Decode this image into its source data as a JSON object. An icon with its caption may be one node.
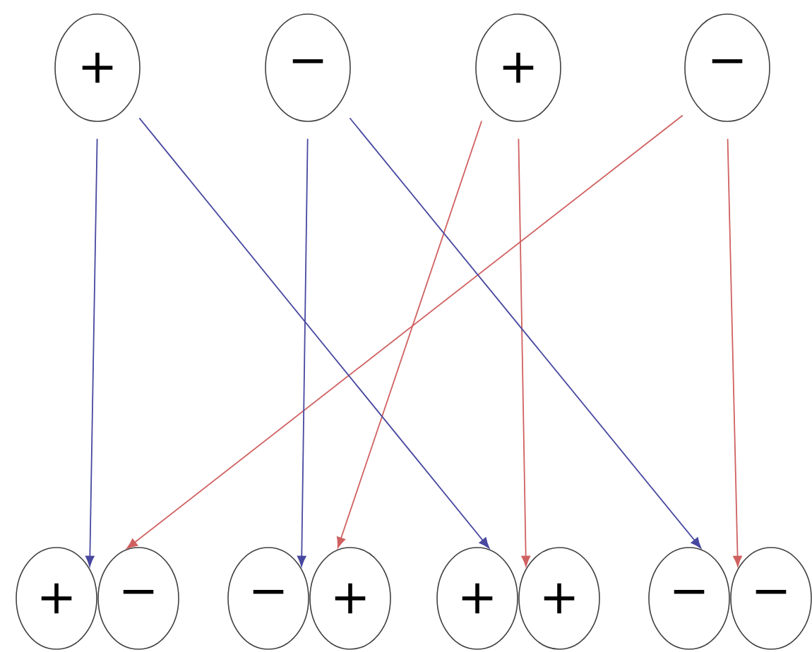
{
  "diagram": {
    "nodes": [
      {
        "text": [
          "+"
        ]
      },
      {
        "text": [
          "−"
        ]
      },
      {
        "text": [
          "+"
        ]
      },
      {
        "text": [
          "−"
        ]
      },
      {
        "text": [
          "+"
        ]
      },
      {
        "text": [
          "−"
        ]
      },
      {
        "text": [
          "−"
        ]
      },
      {
        "text": [
          "+"
        ]
      },
      {
        "text": [
          "+"
        ]
      },
      {
        "text": [
          "+"
        ]
      },
      {
        "text": [
          "−"
        ]
      },
      {
        "text": [
          "−"
        ]
      }
    ],
    "edges": [
      {
        "from": 0,
        "to": 4,
        "arrow": "to",
        "color": "#4848a0"
      },
      {
        "from": 3,
        "to": 5,
        "arrow": "to",
        "color": "#d06060"
      },
      {
        "from": 1,
        "to": 6,
        "arrow": "to",
        "color": "#4848a0"
      },
      {
        "from": 2,
        "to": 7,
        "arrow": "to",
        "color": "#d06060"
      },
      {
        "from": 0,
        "to": 8,
        "arrow": "to",
        "color": "#4848a0"
      },
      {
        "from": 2,
        "to": 9,
        "arrow": "to",
        "color": "#d06060"
      },
      {
        "from": 1,
        "to": 10,
        "arrow": "to",
        "color": "#4848a0"
      },
      {
        "from": 3,
        "to": 11,
        "arrow": "to",
        "color": "#d06060"
      }
    ]
  }
}
